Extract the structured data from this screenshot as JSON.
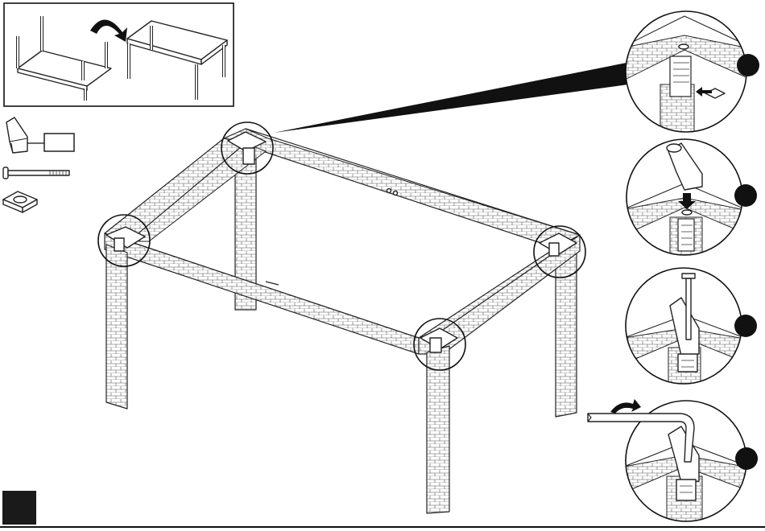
{
  "page": {
    "background": "#ffffff",
    "ink": "#111111",
    "accent": "#1a1a1a"
  },
  "box": {
    "label": ""
  },
  "steps": [
    {
      "name": "insert-bushing",
      "number": ""
    },
    {
      "name": "drop-fitting",
      "number": ""
    },
    {
      "name": "insert-bolt",
      "number": ""
    },
    {
      "name": "tighten-hex-key",
      "number": ""
    }
  ],
  "parts": [
    "angled-fitting-icon",
    "bolt-icon",
    "square-washer-icon"
  ],
  "icons": [
    "rotate-arrow-icon",
    "hex-key-icon",
    "down-arrow-icon",
    "left-arrow-icon"
  ]
}
